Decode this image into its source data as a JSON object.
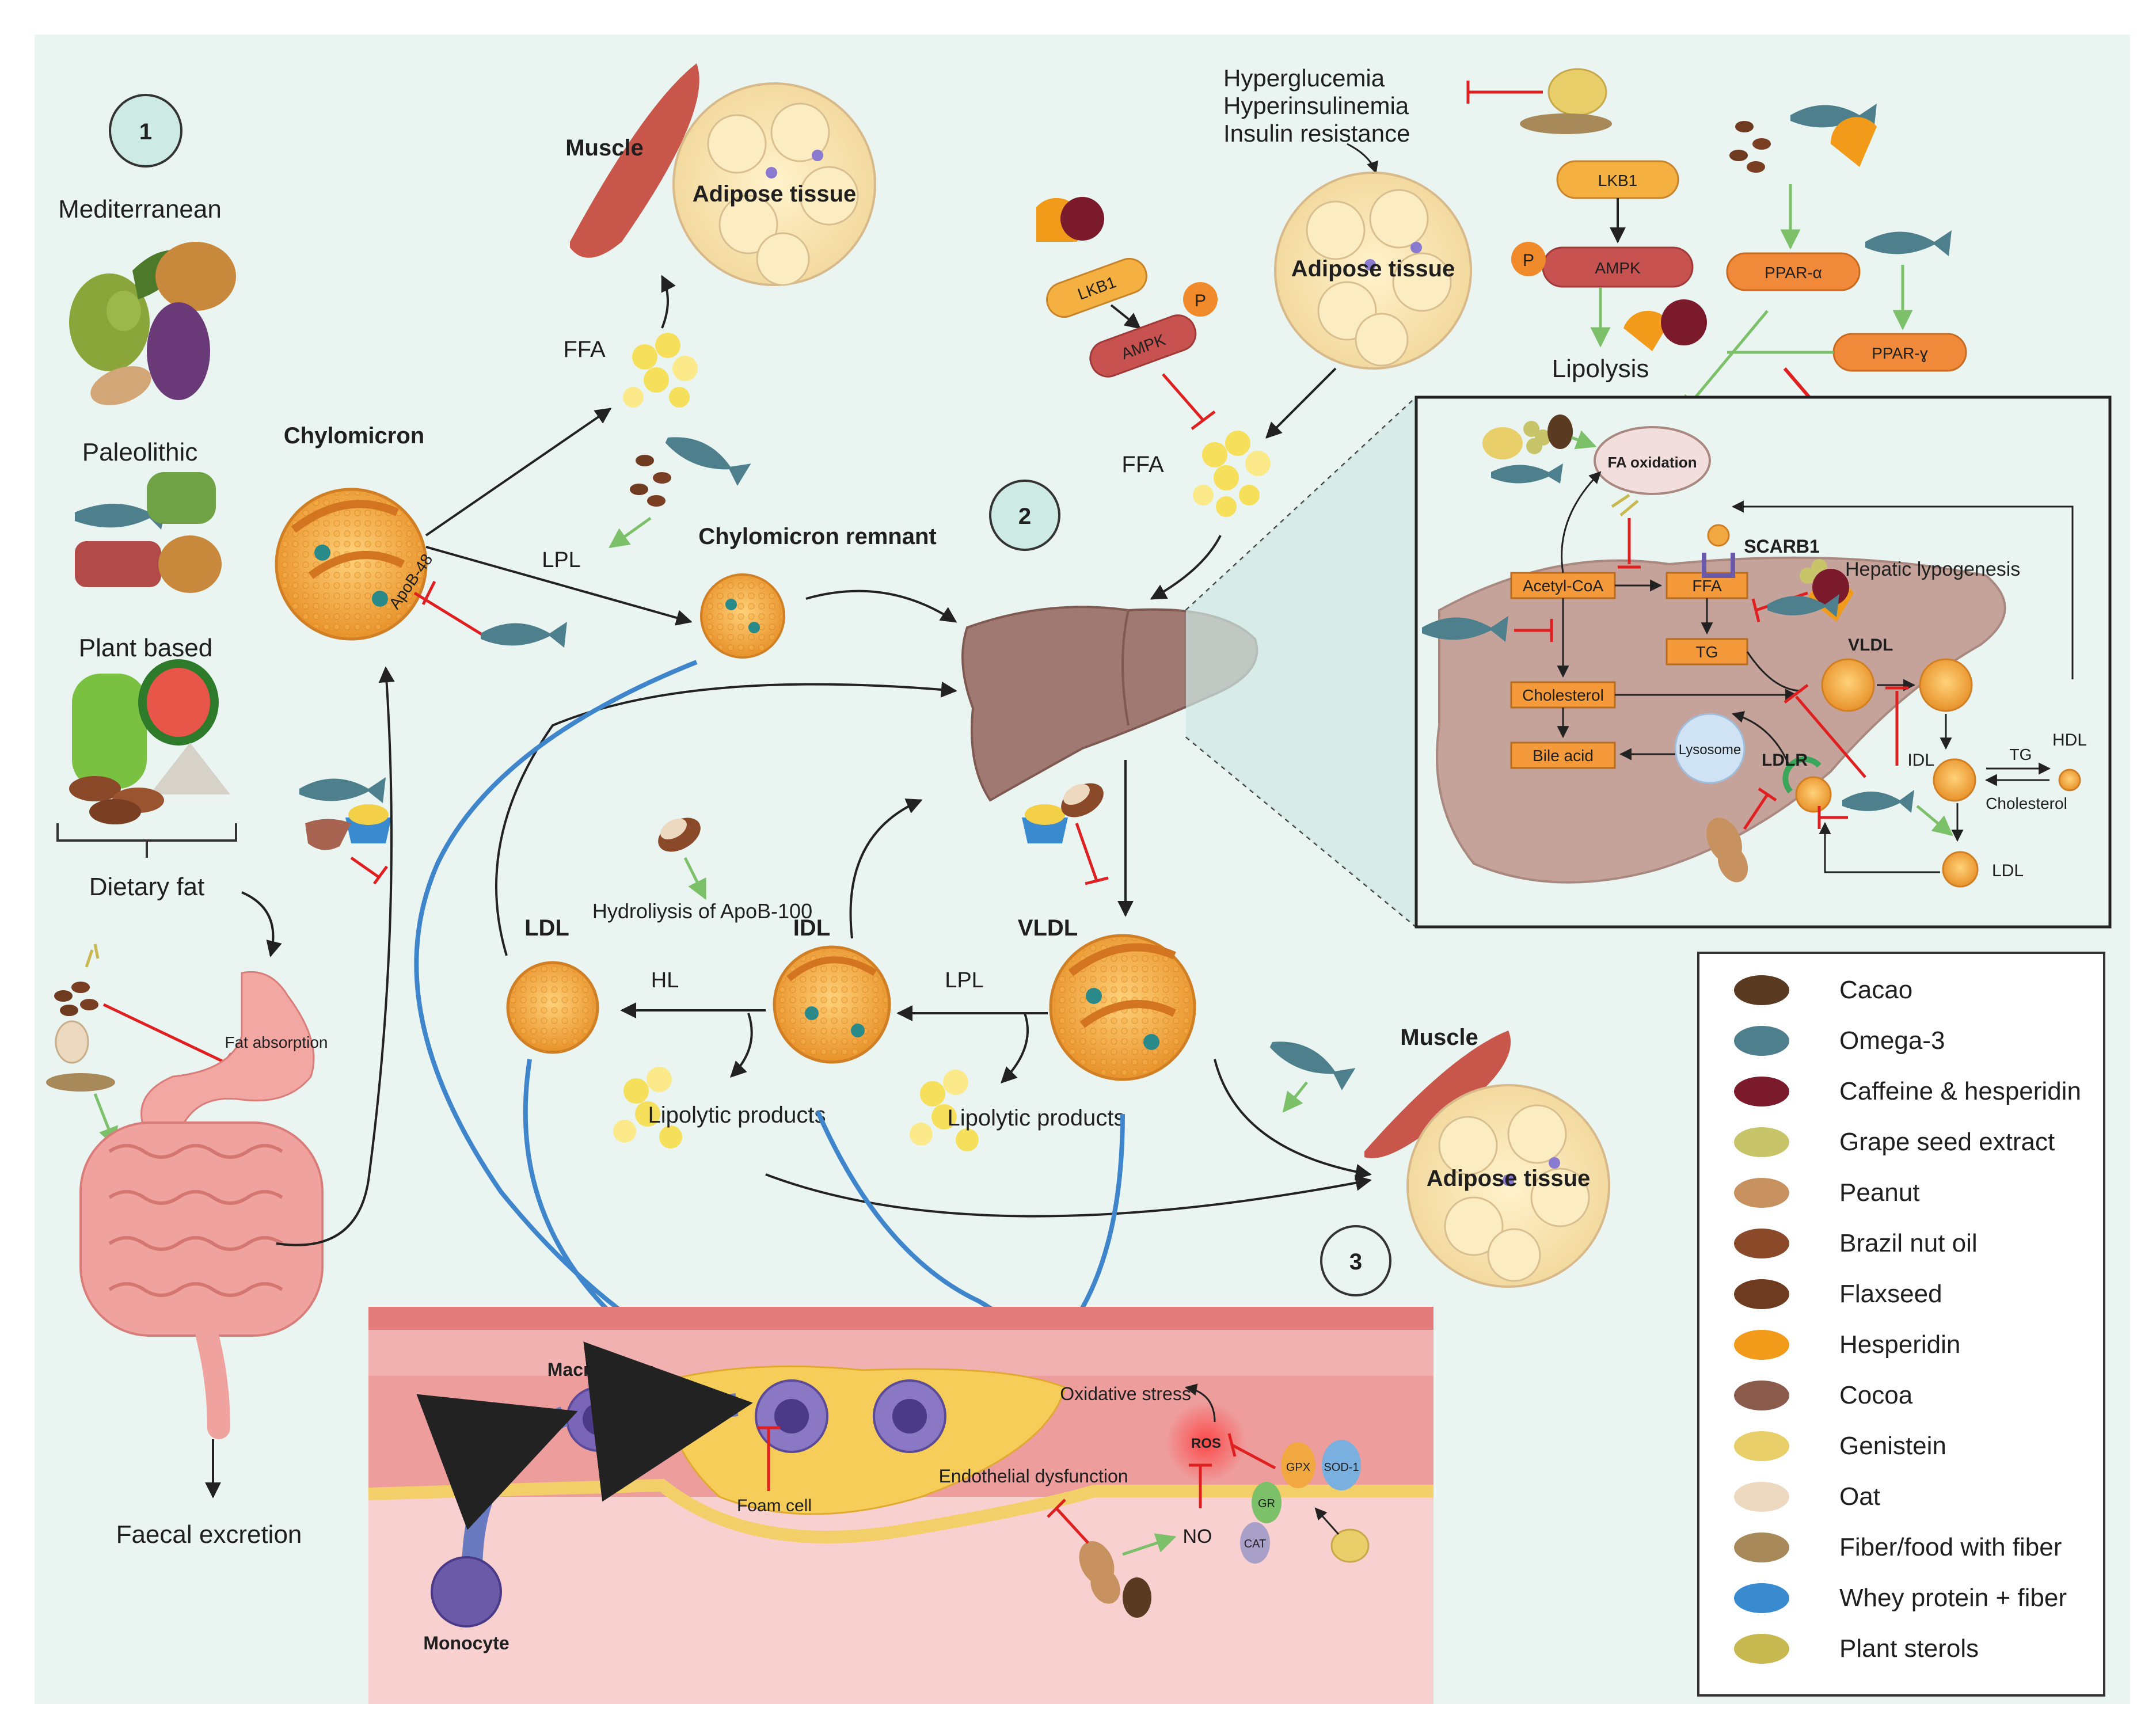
{
  "panel_numbers": [
    "1",
    "2",
    "3"
  ],
  "diets": {
    "mediterranean": "Mediterranean",
    "paleolithic": "Paleolithic",
    "plant_based": "Plant based",
    "dietary_fat": "Dietary fat",
    "faecal_excretion": "Faecal excretion",
    "fat_absorption": "Fat absorption"
  },
  "lipoproteins": {
    "chylomicron": "Chylomicron",
    "apob48": "ApoB-48",
    "chylomicron_remnant": "Chylomicron remnant",
    "ldl": "LDL",
    "idl": "IDL",
    "vldl": "VLDL",
    "lipolytic_products": "Lipolytic products",
    "hydrolysis": "Hydroliysis of ApoB-100"
  },
  "enzymes": {
    "lpl": "LPL",
    "hl": "HL",
    "ffa": "FFA"
  },
  "tissues": {
    "muscle": "Muscle",
    "adipose": "Adipose tissue",
    "lipolysis": "Lipolysis"
  },
  "conditions": [
    "Hyperglucemia",
    "Hyperinsulinemia",
    "Insulin resistance"
  ],
  "signaling": {
    "lkb1": "LKB1",
    "ampk": "AMPK",
    "p": "P",
    "ppar_a": "PPAR-α",
    "ppar_g": "PPAR-ɣ"
  },
  "liver_inset": {
    "fa_oxidation": "FA oxidation",
    "scarb1": "SCARB1",
    "hepatic_lypogenesis": "Hepatic lypogenesis",
    "acetyl_coa": "Acetyl-CoA",
    "ffa": "FFA",
    "tg": "TG",
    "cholesterol": "Cholesterol",
    "bile_acid": "Bile acid",
    "lysosome": "Lysosome",
    "ldlr": "LDLR",
    "vldl": "VLDL",
    "idl": "IDL",
    "ldl": "LDL",
    "hdl": "HDL",
    "tg_small": "TG",
    "cholesterol_small": "Cholesterol"
  },
  "vessel": {
    "macrophage": "Macrophage",
    "monocyte": "Monocyte",
    "foam_cell": "Foam cell",
    "oxidative_stress": "Oxidative stress",
    "endothelial_dysfunction": "Endothelial dysfunction",
    "ros": "ROS",
    "no": "NO",
    "gpx": "GPX",
    "sod1": "SOD-1",
    "gr": "GR",
    "cat": "CAT"
  },
  "legend": [
    {
      "label": "Cacao",
      "icon": "cacao-bean-icon",
      "color": "#5b3a22"
    },
    {
      "label": "Omega-3",
      "icon": "fish-icon",
      "color": "#4d7f8c"
    },
    {
      "label": "Caffeine & hesperidin",
      "icon": "plum-orange-icon",
      "color": "#7a1a2a"
    },
    {
      "label": "Grape seed extract",
      "icon": "grape-icon",
      "color": "#c8c46a"
    },
    {
      "label": "Peanut",
      "icon": "peanut-icon",
      "color": "#c89260"
    },
    {
      "label": "Brazil nut oil",
      "icon": "brazil-nut-icon",
      "color": "#8a4a2a"
    },
    {
      "label": "Flaxseed",
      "icon": "flaxseed-icon",
      "color": "#6e3a20"
    },
    {
      "label": "Hesperidin",
      "icon": "orange-slice-icon",
      "color": "#f29a1a"
    },
    {
      "label": "Cocoa",
      "icon": "cocoa-powder-icon",
      "color": "#8a5a4a"
    },
    {
      "label": "Genistein",
      "icon": "soybean-icon",
      "color": "#e8cf6a"
    },
    {
      "label": "Oat",
      "icon": "oat-icon",
      "color": "#ecd9bf"
    },
    {
      "label": "Fiber/food with fiber",
      "icon": "fiber-icon",
      "color": "#a8895a"
    },
    {
      "label": "Whey protein + fiber",
      "icon": "whey-scoop-icon",
      "color": "#3a8ad0"
    },
    {
      "label": "Plant sterols",
      "icon": "plant-sterol-icon",
      "color": "#c8b850"
    }
  ],
  "colors": {
    "background": "#eaf4f1",
    "lipoprotein": "#f2a841",
    "liver": "#a07a72",
    "blue_arrow": "#3f85cc",
    "inhibit": "#e02020",
    "activate": "#7cc06a",
    "pill_orange": "#f4a13a",
    "pill_red": "#c7524f",
    "box_orange": "#f59a3b"
  }
}
